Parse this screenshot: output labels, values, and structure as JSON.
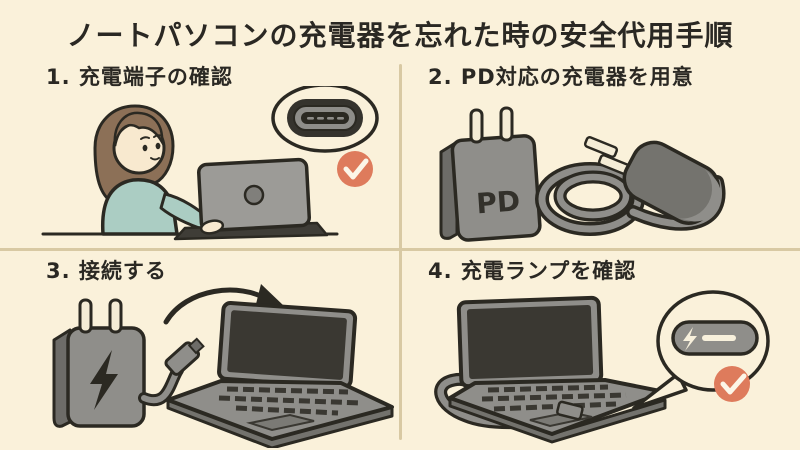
{
  "page": {
    "title": "ノートパソコンの充電器を忘れた時の安全代用手順",
    "colors": {
      "background": "#FAF1DA",
      "divider": "#D8C9A3",
      "text": "#2A2823",
      "check_badge": "#DE7B5C",
      "device_gray": "#8F8E8A",
      "outline": "#2B2922",
      "sweater_teal": "#ABCDC3",
      "hair_brown": "#8C7057",
      "skin": "#F8E9CF"
    }
  },
  "panels": [
    {
      "heading": "1. 充電端子の確認"
    },
    {
      "heading": "2. PD対応の充電器を用意",
      "device_label": "PD"
    },
    {
      "heading": "3. 接続する"
    },
    {
      "heading": "4. 充電ランプを確認"
    }
  ]
}
